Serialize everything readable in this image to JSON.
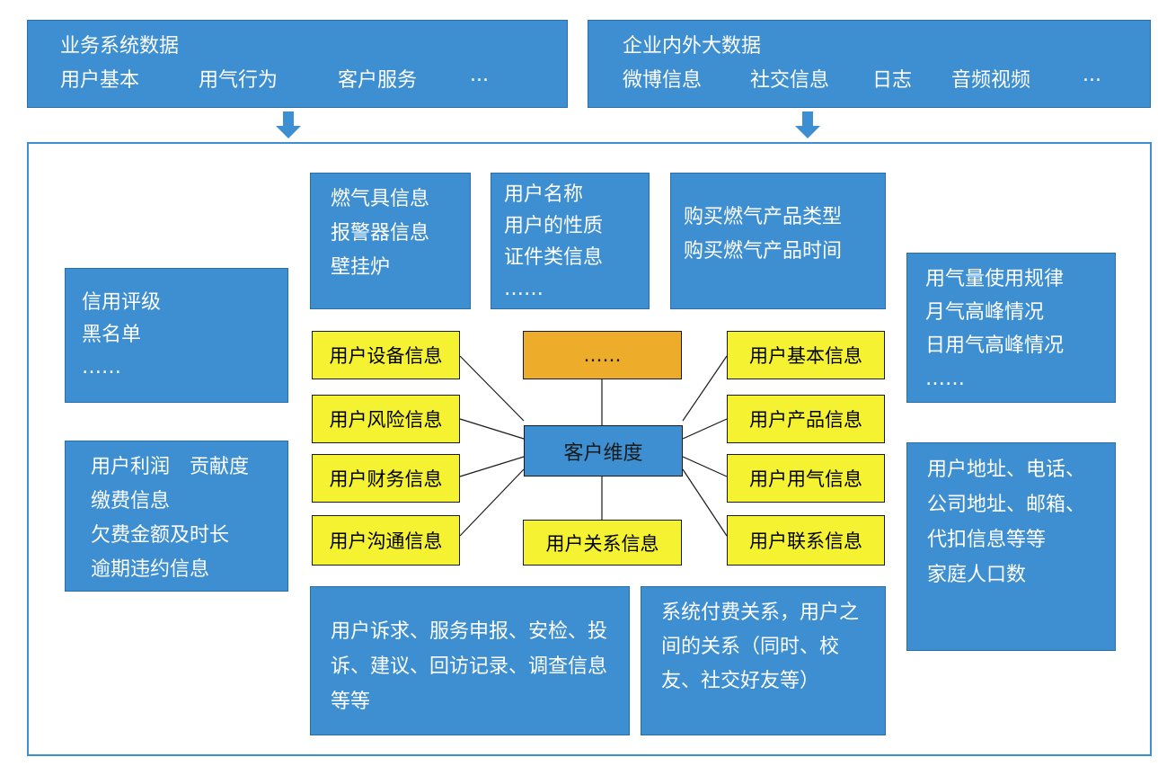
{
  "sources": {
    "business": {
      "title": "业务系统数据",
      "items": [
        "用户基本",
        "用气行为",
        "客户服务",
        "..."
      ]
    },
    "bigdata": {
      "title": "企业内外大数据",
      "items": [
        "微博信息",
        "社交信息",
        "日志",
        "音频视频",
        "..."
      ]
    }
  },
  "top_boxes": {
    "appliance": [
      "燃气具信息",
      "报警器信息",
      "壁挂炉"
    ],
    "name": [
      "用户名称",
      "用户的性质",
      "证件类信息",
      "……"
    ],
    "product": [
      "购买燃气产品类型",
      "购买燃气产品时间"
    ]
  },
  "left_boxes": {
    "credit": [
      "信用评级",
      "黑名单",
      "……"
    ],
    "finance": [
      "用户利润　贡献度",
      "缴费信息",
      "欠费金额及时长",
      "逾期违约信息"
    ]
  },
  "right_boxes": {
    "usage": [
      "用气量使用规律",
      "月气高峰情况",
      "日用气高峰情况",
      "……"
    ],
    "contact": "用户地址、电话、公司地址、邮箱、代扣信息等等",
    "contact_extra": "家庭人口数"
  },
  "bottom_boxes": {
    "service": "用户诉求、服务申报、安检、投诉、建议、回访记录、调查信息等等",
    "relation": "系统付费关系，用户之间的关系（同时、校友、社交好友等）"
  },
  "center": {
    "label": "客户维度",
    "more": "……",
    "left_nodes": [
      "用户设备信息",
      "用户风险信息",
      "用户财务信息",
      "用户沟通信息"
    ],
    "right_nodes": [
      "用户基本信息",
      "用户产品信息",
      "用户用气信息",
      "用户联系信息"
    ],
    "bottom_node": "用户关系信息"
  },
  "colors": {
    "blue_box": "#3d8fd1",
    "yellow_node": "#f5f232",
    "orange_node": "#edac2a"
  }
}
